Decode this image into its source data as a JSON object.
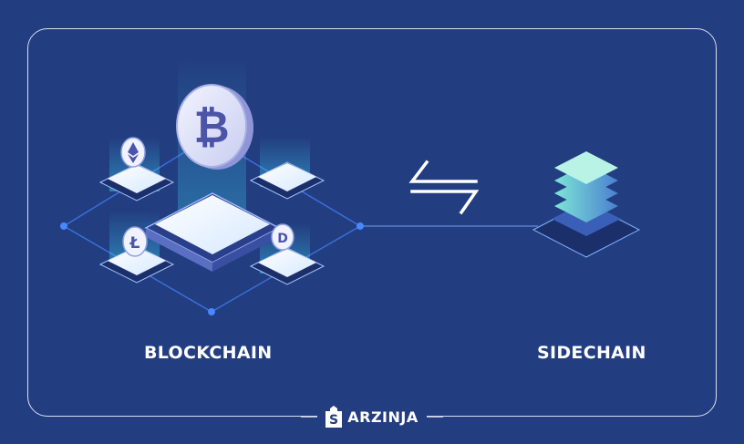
{
  "diagram": {
    "left_label": "BLOCKCHAIN",
    "right_label": "SIDECHAIN",
    "brand": "ARZINJA"
  },
  "colors": {
    "background": "#223d80",
    "frame": "#d9e0f0",
    "glow": "#3fe0ff",
    "node": "#3a6fd8"
  },
  "icons": [
    "bitcoin-coin-icon",
    "ethereum-coin-icon",
    "litecoin-coin-icon",
    "dash-coin-icon",
    "swap-arrows-icon",
    "server-stack-icon",
    "arzinja-logo-icon"
  ]
}
